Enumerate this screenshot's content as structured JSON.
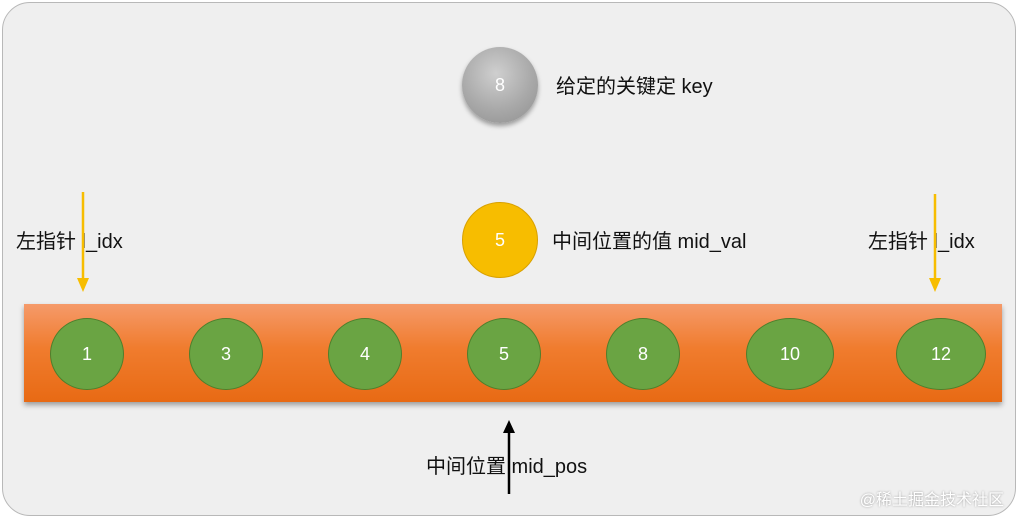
{
  "key": {
    "value": "8",
    "label": "给定的关键定 key"
  },
  "middle": {
    "value": "5",
    "label": "中间位置的值 mid_val"
  },
  "pointers": {
    "left_label": "左指针 l_idx",
    "right_label": "左指针 l_idx",
    "mid_pos_label": "中间位置 mid_pos"
  },
  "array": [
    "1",
    "3",
    "4",
    "5",
    "8",
    "10",
    "12"
  ],
  "colors": {
    "key_circle": "#a9a9a9",
    "mid_circle": "#f7bd00",
    "bar": "#f07c2e",
    "node": "#6aa443",
    "pointer_arrow": "#f7bd00",
    "mid_arrow": "#000000"
  },
  "watermark": "@稀土掘金技术社区"
}
